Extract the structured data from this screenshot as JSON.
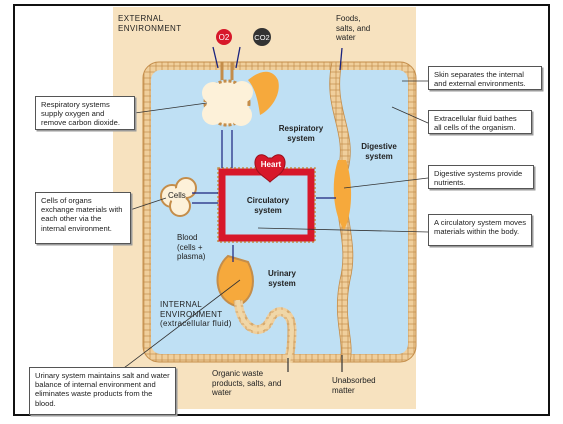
{
  "labels": {
    "external_env": "EXTERNAL ENVIRONMENT",
    "o2": "O2",
    "co2": "CO2",
    "foods": "Foods, salts, and water",
    "respiratory": "Respiratory system",
    "digestive": "Digestive system",
    "heart": "Heart",
    "cells": "Cells",
    "circulatory": "Circulatory system",
    "blood": "Blood (cells + plasma)",
    "urinary": "Urinary system",
    "internal_env": "INTERNAL ENVIRONMENT (extracellular fluid)",
    "organic_waste": "Organic waste products, salts, and water",
    "unabsorbed": "Unabsorbed matter"
  },
  "callouts": {
    "respiratory": "Respiratory systems supply oxygen and remove carbon dioxide.",
    "cells": "Cells of organs exchange materials with each other via the internal environment.",
    "urinary": "Urinary system maintains salt and water balance of internal environment and eliminates waste products from the blood.",
    "skin": "Skin separates the internal and external environments.",
    "extracellular": "Extracellular fluid bathes all cells of the organism.",
    "digestive": "Digestive systems provide nutrients.",
    "circulatory": "A circulatory system moves materials within the body."
  },
  "colors": {
    "external": "#f7e2bf",
    "internal": "#bfe0f4",
    "organ_fill": "#f6a93c",
    "cell_wall": "#e9c590",
    "heart": "#d7182a",
    "co2_circle": "#333333"
  }
}
